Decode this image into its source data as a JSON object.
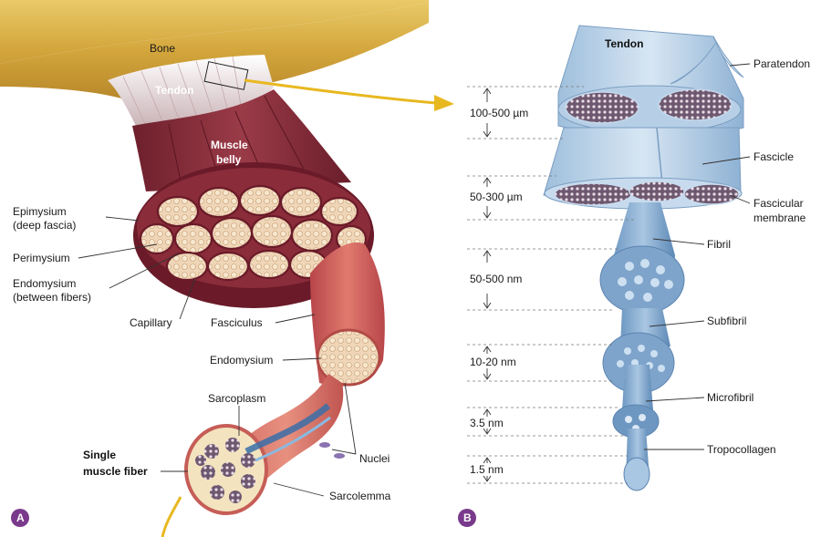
{
  "panelA": {
    "badge": "A",
    "labels": {
      "bone": "Bone",
      "tendon": "Tendon",
      "muscle_belly_1": "Muscle",
      "muscle_belly_2": "belly",
      "epimysium_1": "Epimysium",
      "epimysium_2": "(deep fascia)",
      "perimysium": "Perimysium",
      "endomysium_1": "Endomysium",
      "endomysium_2": "(between fibers)",
      "capillary": "Capillary",
      "fasciculus": "Fasciculus",
      "endomysium_fascicle": "Endomysium",
      "sarcoplasm": "Sarcoplasm",
      "single_fiber_1": "Single",
      "single_fiber_2": "muscle fiber",
      "nuclei": "Nuclei",
      "sarcolemma": "Sarcolemma"
    }
  },
  "panelB": {
    "badge": "B",
    "labels": {
      "tendon": "Tendon",
      "paratendon": "Paratendon",
      "fascicle": "Fascicle",
      "fascicular_membrane_1": "Fascicular",
      "fascicular_membrane_2": "membrane",
      "fibril": "Fibril",
      "subfibril": "Subfibril",
      "microfibril": "Microfibril",
      "tropocollagen": "Tropocollagen"
    },
    "scale": [
      "100-500 µm",
      "50-300 µm",
      "50-500 nm",
      "10-20 nm",
      "3.5 nm",
      "1.5 nm"
    ]
  },
  "colors": {
    "bone": "#d9b24a",
    "muscle": "#8b2f3c",
    "tendon_blue": "#b9d3ea",
    "badge": "#7a3a8c",
    "arrow": "#e8b820"
  }
}
